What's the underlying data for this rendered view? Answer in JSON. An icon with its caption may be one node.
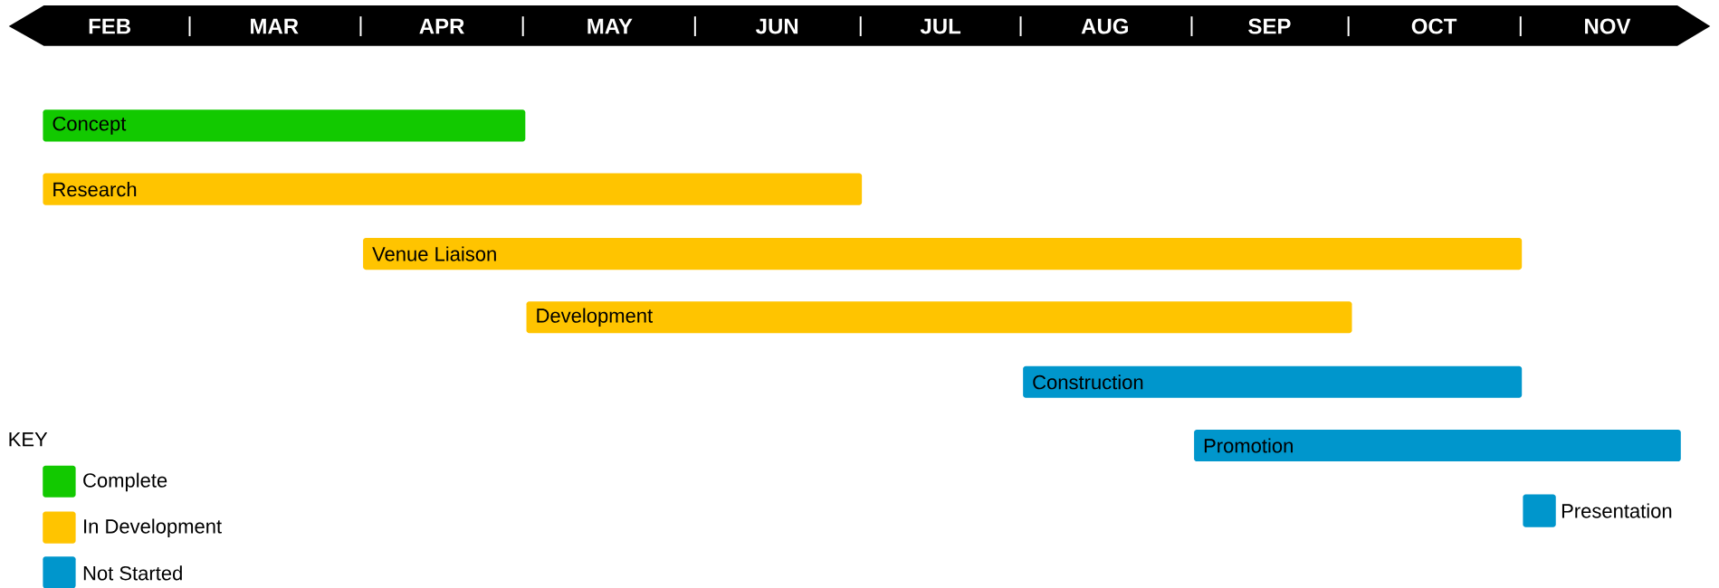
{
  "diagram": {
    "nodes": [
      {
        "text": [
          "Concept"
        ]
      },
      {
        "text": [
          "Research"
        ]
      },
      {
        "text": [
          "Venue Liaison"
        ]
      },
      {
        "text": [
          "Development"
        ]
      },
      {
        "text": [
          "Construction"
        ]
      },
      {
        "text": [
          "Promotion"
        ]
      },
      {
        "text": [],
        "shape": "box",
        "beside": [
          "Presentation"
        ]
      }
    ],
    "labels": [
      "FEB",
      "MAR",
      "APR",
      "MAY",
      "JUN",
      "JUL",
      "AUG",
      "SEP",
      "OCT",
      "NOV",
      "KEY"
    ],
    "legend": [
      {
        "text": "Complete",
        "color": "#12c900"
      },
      {
        "text": "In Development",
        "color": "#ffc400"
      },
      {
        "text": "Not Started",
        "color": "#0096cc"
      }
    ]
  }
}
